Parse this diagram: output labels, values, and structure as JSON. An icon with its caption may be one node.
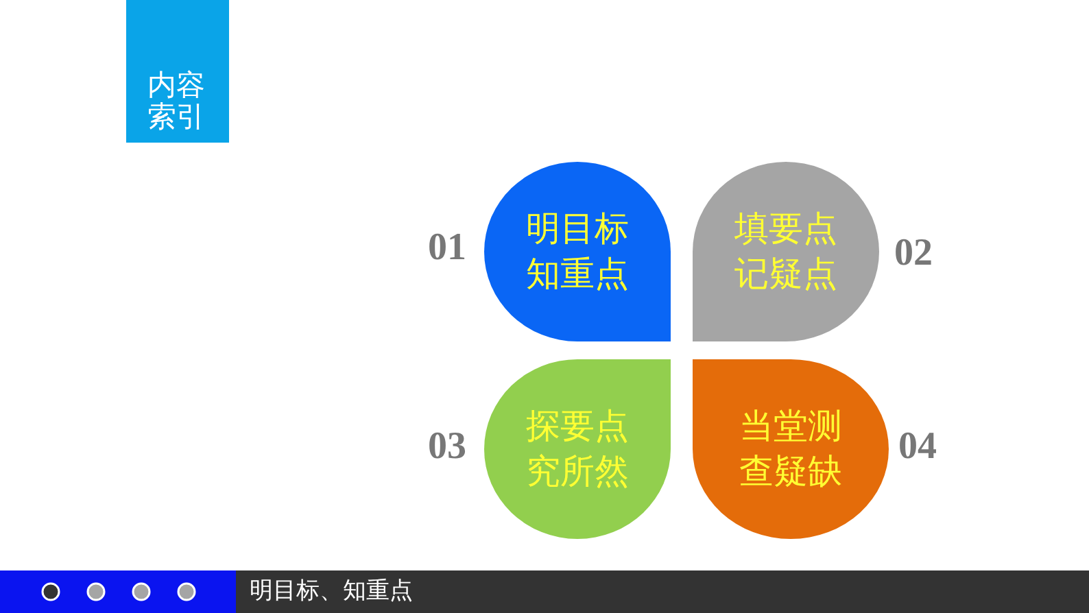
{
  "diagram": {
    "title": "内容索引",
    "nodes": [
      {
        "text": [
          "明目标知重点"
        ],
        "beside": [
          "01"
        ]
      },
      {
        "text": [
          "填要点记疑点"
        ],
        "beside": [
          "02"
        ]
      },
      {
        "text": [
          "探要点究所然"
        ],
        "beside": [
          "03"
        ]
      },
      {
        "text": [
          "当堂测查疑缺"
        ],
        "beside": [
          "04"
        ]
      }
    ],
    "labels": [
      "明目标、知重点"
    ]
  }
}
